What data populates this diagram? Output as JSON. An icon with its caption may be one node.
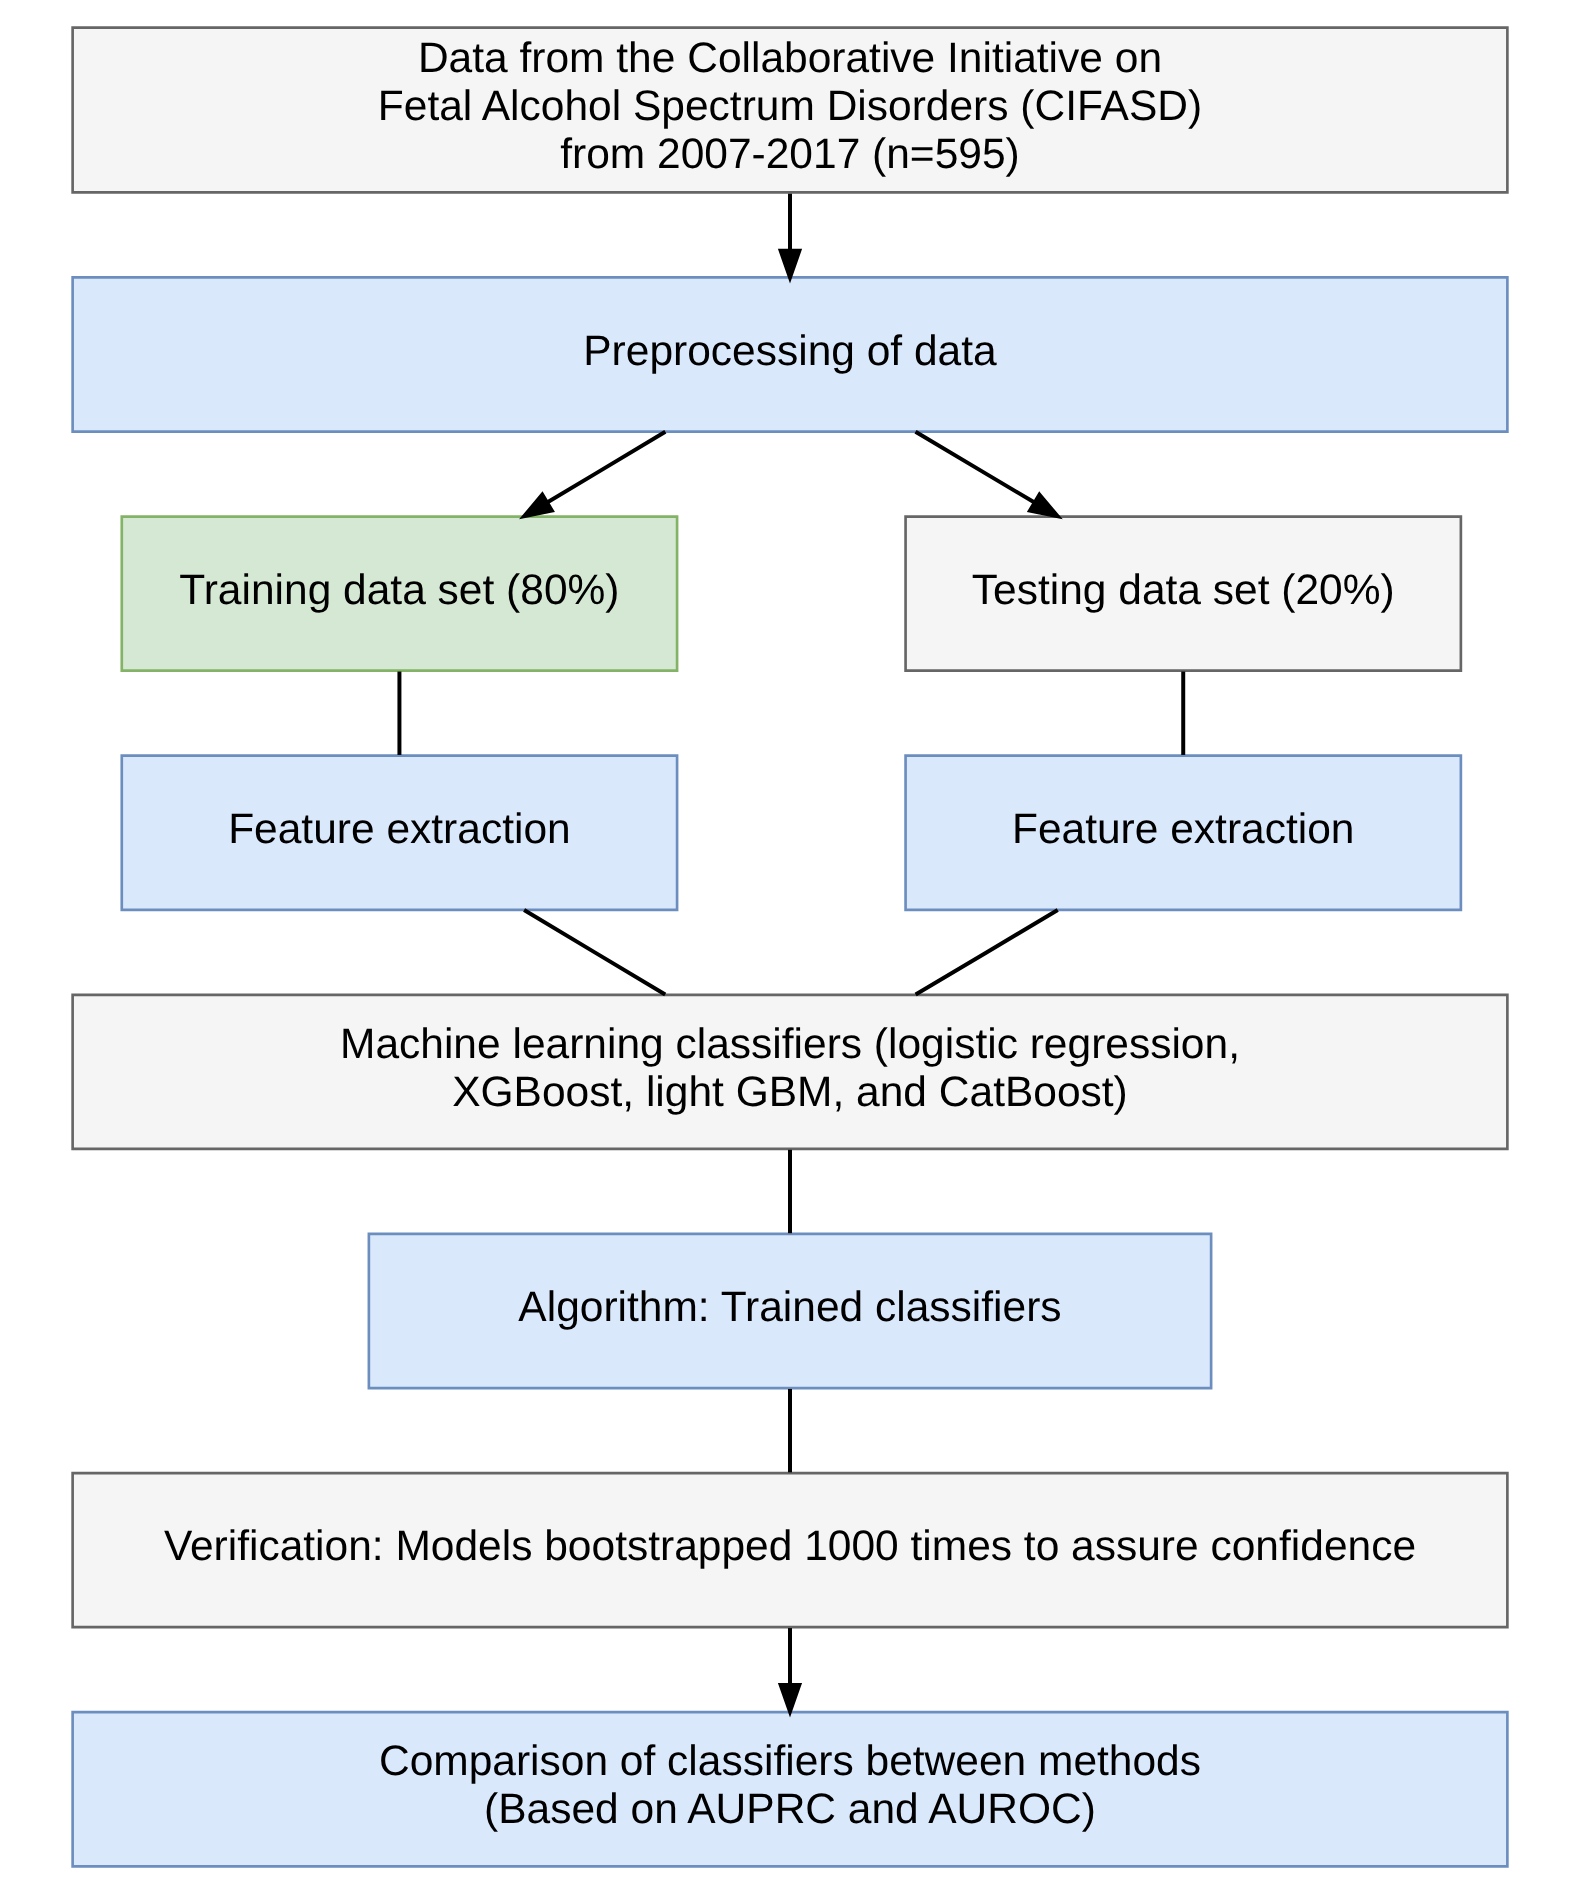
{
  "diagram": {
    "nodes": [
      {
        "text": [
          "Data from the Collaborative Initiative on Fetal Alcohol Spectrum Disorders (CIFASD) from 2007-2017 (n=595)"
        ]
      },
      {
        "text": [
          "Preprocessing of data"
        ]
      },
      {
        "text": [
          "Training data set (80%)"
        ]
      },
      {
        "text": [
          "Testing data set (20%)"
        ]
      },
      {
        "text": [
          "Feature extraction"
        ]
      },
      {
        "text": [
          "Feature extraction"
        ]
      },
      {
        "text": [
          "Machine learning classifiers (logistic regression, XGBoost, light GBM, and CatBoost)"
        ]
      },
      {
        "text": [
          "Algorithm: Trained classifiers"
        ]
      },
      {
        "text": [
          "Verification: Models bootstrapped 1000 times to assure confidence"
        ]
      },
      {
        "text": [
          "Comparison of classifiers between methods (Based on AUPRC and AUROC)"
        ]
      }
    ],
    "edges": [
      {
        "from": 0,
        "to": 1,
        "arrow": "to"
      },
      {
        "from": 1,
        "to": 2,
        "arrow": "to"
      },
      {
        "from": 1,
        "to": 3,
        "arrow": "to"
      },
      {
        "from": 2,
        "to": 4,
        "arrow": "none"
      },
      {
        "from": 3,
        "to": 5,
        "arrow": "none"
      },
      {
        "from": 4,
        "to": 6,
        "arrow": "none"
      },
      {
        "from": 5,
        "to": 6,
        "arrow": "none"
      },
      {
        "from": 6,
        "to": 7,
        "arrow": "none"
      },
      {
        "from": 7,
        "to": 8,
        "arrow": "none"
      },
      {
        "from": 8,
        "to": 9,
        "arrow": "to"
      }
    ]
  }
}
